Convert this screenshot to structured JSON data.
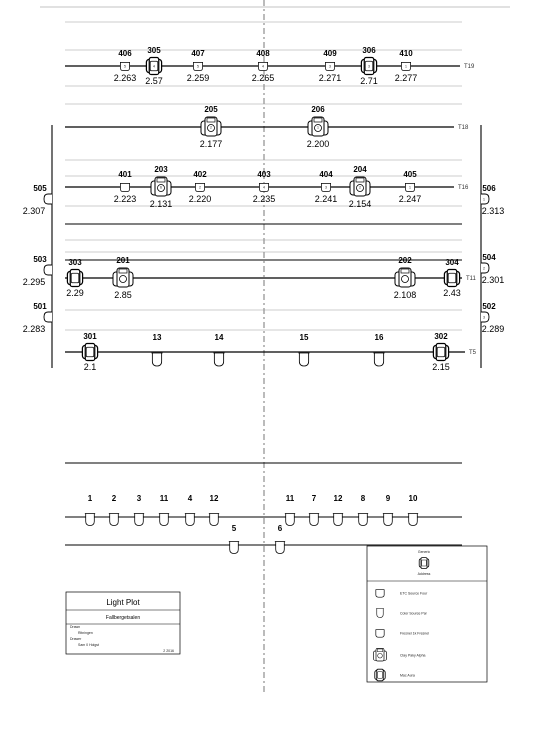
{
  "pipes": [
    {
      "label": "T19",
      "bar": "T19"
    },
    {
      "label": "T18",
      "bar": "T18"
    },
    {
      "label": "T16",
      "bar": "T16"
    },
    {
      "label": "T11",
      "bar": "T11"
    },
    {
      "label": "T5",
      "bar": "T5"
    }
  ],
  "fixtures": [
    {
      "num": "406",
      "val": "2.263",
      "type": "fresnel",
      "ch": "5",
      "pipe": "T19"
    },
    {
      "num": "305",
      "val": "2.57",
      "type": "profile",
      "ch": "4",
      "pipe": "T19"
    },
    {
      "num": "407",
      "val": "2.259",
      "type": "fresnel",
      "ch": "5",
      "pipe": "T19"
    },
    {
      "num": "408",
      "val": "2.265",
      "type": "fresnel",
      "ch": "4",
      "pipe": "T19"
    },
    {
      "num": "409",
      "val": "2.271",
      "type": "fresnel",
      "ch": "3",
      "pipe": "T19"
    },
    {
      "num": "306",
      "val": "2.71",
      "type": "profile",
      "ch": "3",
      "pipe": "T19"
    },
    {
      "num": "410",
      "val": "2.277",
      "type": "fresnel",
      "ch": "1",
      "pipe": "T19"
    },
    {
      "num": "205",
      "val": "2.177",
      "type": "moving",
      "ch": "2",
      "pipe": "T18"
    },
    {
      "num": "206",
      "val": "2.200",
      "type": "moving",
      "ch": "1",
      "pipe": "T18"
    },
    {
      "num": "401",
      "val": "2.223",
      "type": "fresnel",
      "ch": "",
      "pipe": "T16"
    },
    {
      "num": "203",
      "val": "2.131",
      "type": "moving",
      "ch": "6",
      "pipe": "T16"
    },
    {
      "num": "402",
      "val": "2.220",
      "type": "fresnel",
      "ch": "2",
      "pipe": "T16"
    },
    {
      "num": "403",
      "val": "2.235",
      "type": "fresnel",
      "ch": "4",
      "pipe": "T16"
    },
    {
      "num": "404",
      "val": "2.241",
      "type": "fresnel",
      "ch": "3",
      "pipe": "T16"
    },
    {
      "num": "204",
      "val": "2.154",
      "type": "moving",
      "ch": "2",
      "pipe": "T16"
    },
    {
      "num": "405",
      "val": "2.247",
      "type": "fresnel",
      "ch": "1",
      "pipe": "T16"
    },
    {
      "num": "303",
      "val": "2.29",
      "type": "profile",
      "ch": "",
      "pipe": "T11"
    },
    {
      "num": "201",
      "val": "2.85",
      "type": "moving",
      "ch": "",
      "pipe": "T11"
    },
    {
      "num": "202",
      "val": "2.108",
      "type": "moving",
      "ch": "",
      "pipe": "T11"
    },
    {
      "num": "304",
      "val": "2.43",
      "type": "profile",
      "ch": "",
      "pipe": "T11"
    },
    {
      "num": "301",
      "val": "2.1",
      "type": "profile",
      "ch": "",
      "pipe": "T5"
    },
    {
      "num": "13",
      "val": "",
      "type": "par",
      "ch": "",
      "pipe": "T5"
    },
    {
      "num": "14",
      "val": "",
      "type": "par",
      "ch": "",
      "pipe": "T5"
    },
    {
      "num": "15",
      "val": "",
      "type": "par",
      "ch": "",
      "pipe": "T5"
    },
    {
      "num": "16",
      "val": "",
      "type": "par",
      "ch": "",
      "pipe": "T5"
    },
    {
      "num": "302",
      "val": "2.15",
      "type": "profile",
      "ch": "",
      "pipe": "T5"
    }
  ],
  "side_units": [
    {
      "num": "505",
      "val": "2.307",
      "side": "left"
    },
    {
      "num": "503",
      "val": "2.295",
      "side": "left"
    },
    {
      "num": "501",
      "val": "2.283",
      "side": "left"
    },
    {
      "num": "506",
      "val": "2.313",
      "side": "right",
      "ch": "1"
    },
    {
      "num": "504",
      "val": "2.301",
      "side": "right",
      "ch": "2"
    },
    {
      "num": "502",
      "val": "2.289",
      "side": "right",
      "ch": "3"
    }
  ],
  "front_upper": [
    "1",
    "2",
    "3",
    "11",
    "4",
    "12",
    "11",
    "7",
    "12",
    "8",
    "9",
    "10"
  ],
  "front_lower": [
    "5",
    "6"
  ],
  "title_block": {
    "title": "Light Plot",
    "venue": "Fallbergetsalen",
    "field1_label": "Drawn",
    "field1_value": "Ritningen",
    "field2_label": "Drawer",
    "field2_value": "Sam 0 Holgst",
    "note": "2 2016"
  },
  "legend": {
    "header": "Generic",
    "header_sub": "Address",
    "items": [
      {
        "icon": "fresnel-icon",
        "label": "ETC Source Four"
      },
      {
        "icon": "par-icon",
        "label": "Color Source Par"
      },
      {
        "icon": "fresnel-icon",
        "label": "Fresnel 1k Fresnel"
      },
      {
        "icon": "moving-icon",
        "label": "Clay Paky Alpha"
      },
      {
        "icon": "profile-icon",
        "label": "Mac Aura"
      }
    ]
  }
}
